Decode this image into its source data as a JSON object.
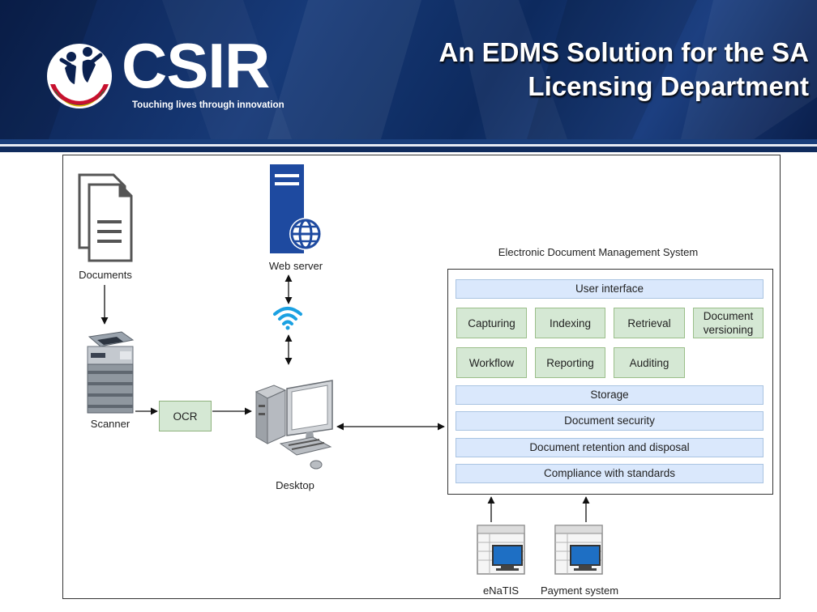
{
  "header": {
    "brand": "CSIR",
    "tagline": "Touching lives through innovation",
    "title_line1": "An EDMS Solution for the SA",
    "title_line2": "Licensing Department"
  },
  "colors": {
    "header_bg": "#173a78",
    "module_fill": "#d5e8d4",
    "module_border": "#9bbf8a",
    "layer_fill": "#dae8fc",
    "layer_border": "#a9c4e2",
    "server_blue": "#1e4aa0"
  },
  "diagram": {
    "documents_label": "Documents",
    "scanner_label": "Scanner",
    "ocr_label": "OCR",
    "webserver_label": "Web server",
    "desktop_label": "Desktop",
    "edms_title": "Electronic Document Management System",
    "enatis_label": "eNaTIS",
    "payment_label": "Payment system",
    "layers": {
      "user_interface": "User interface",
      "storage": "Storage",
      "security": "Document security",
      "retention": "Document retention and disposal",
      "compliance": "Compliance with standards"
    },
    "modules": {
      "capturing": "Capturing",
      "indexing": "Indexing",
      "retrieval": "Retrieval",
      "versioning_line1": "Document",
      "versioning_line2": "versioning",
      "workflow": "Workflow",
      "reporting": "Reporting",
      "auditing": "Auditing"
    }
  }
}
